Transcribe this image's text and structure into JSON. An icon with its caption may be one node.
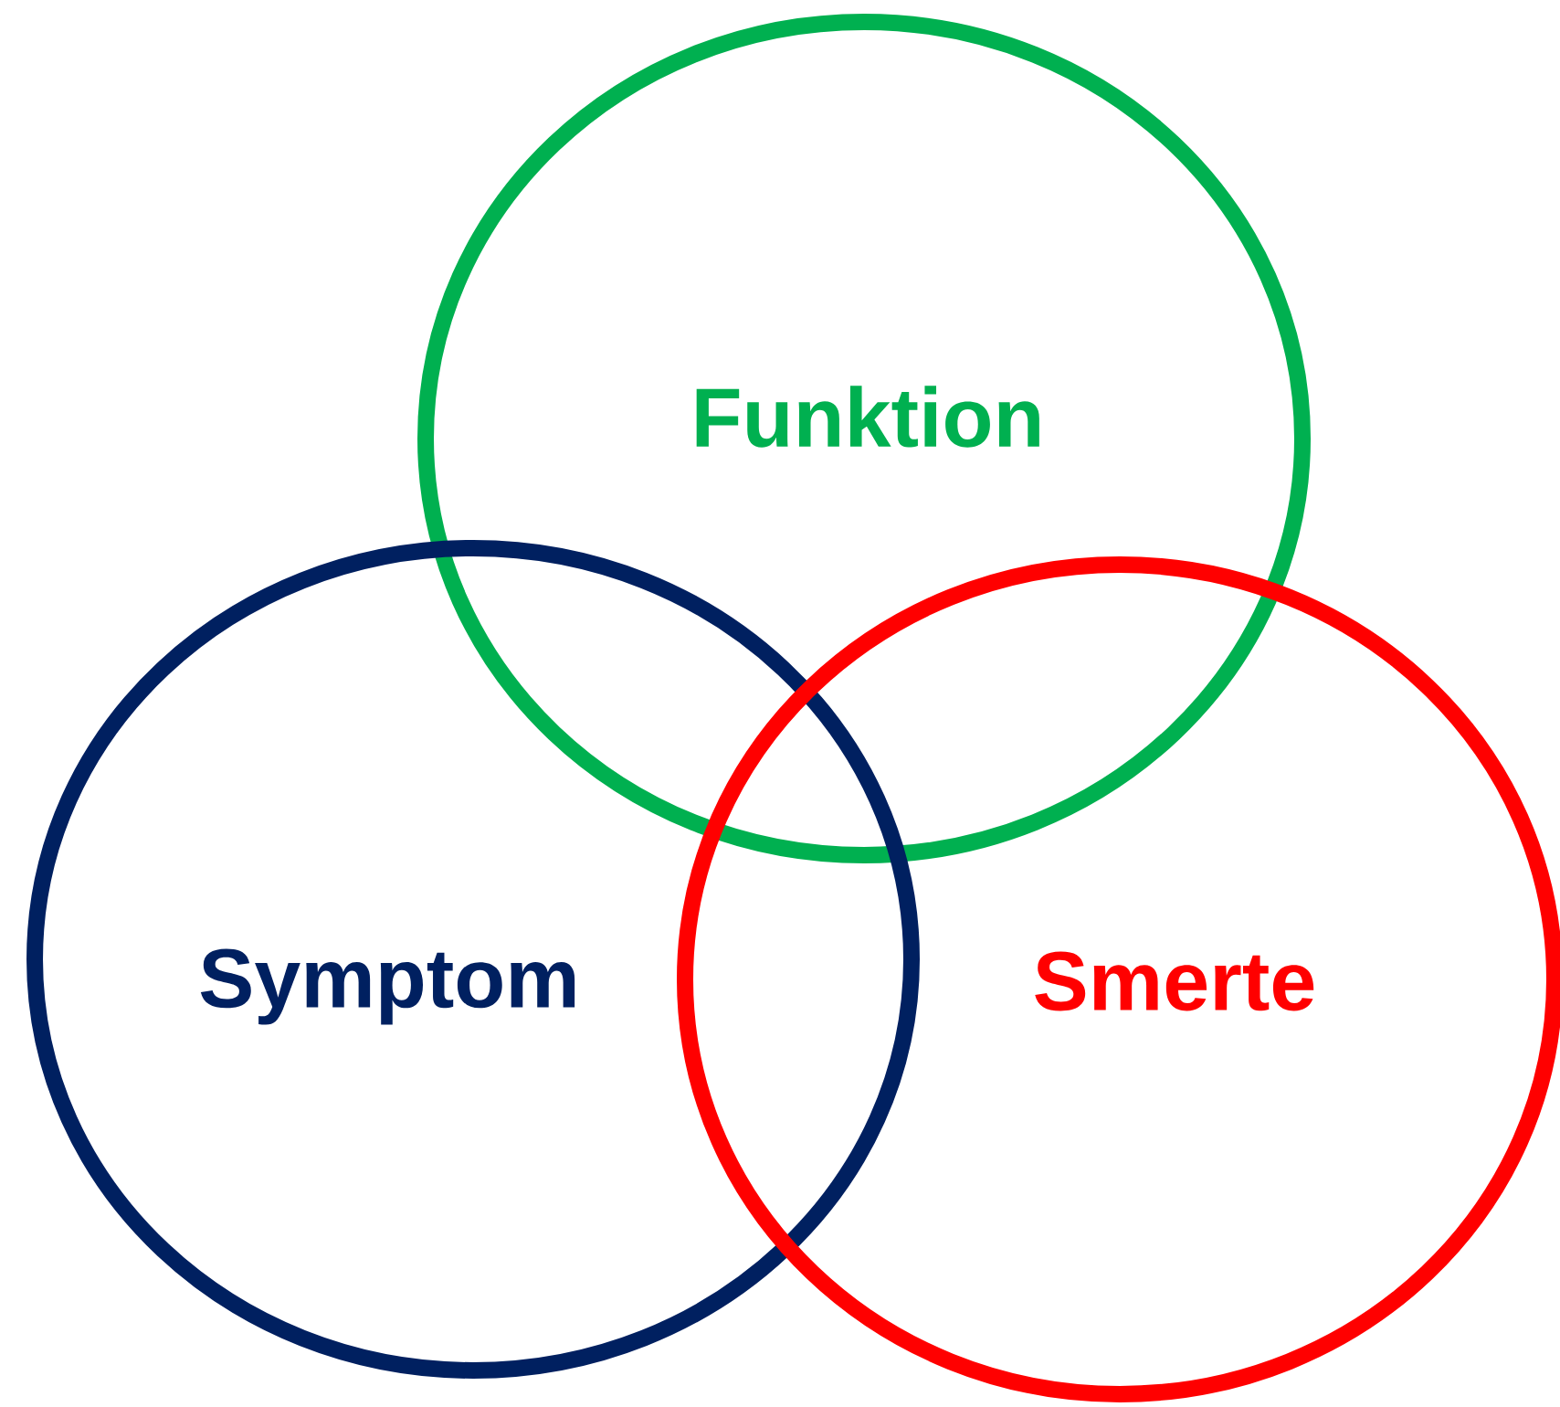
{
  "diagram": {
    "nodes": [
      {
        "text": [
          "Funktion"
        ]
      },
      {
        "text": [
          "Symptom"
        ]
      },
      {
        "text": [
          "Smerte"
        ]
      }
    ]
  }
}
